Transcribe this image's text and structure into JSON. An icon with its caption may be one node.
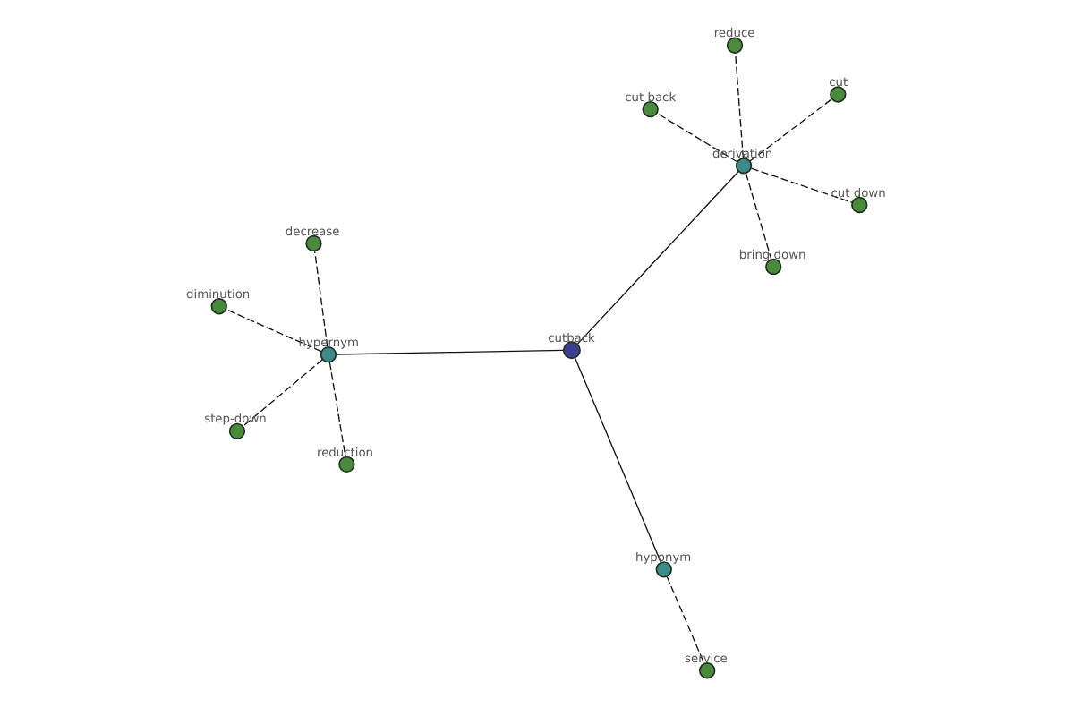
{
  "diagram": {
    "nodes": [
      {
        "text": [],
        "shape": "circle",
        "beside": [
          "reduction"
        ]
      },
      {
        "text": [],
        "shape": "circle",
        "beside": [
          "diminution"
        ]
      },
      {
        "text": [],
        "shape": "circle",
        "beside": [
          "step-down"
        ]
      },
      {
        "text": [],
        "shape": "circle",
        "beside": [
          "hypernym"
        ]
      },
      {
        "text": [],
        "shape": "circle",
        "beside": [
          "decrease"
        ]
      },
      {
        "text": [],
        "shape": "circle",
        "beside": [
          "reduce"
        ]
      },
      {
        "text": [],
        "shape": "circle",
        "beside": [
          "bring down"
        ]
      },
      {
        "text": [],
        "shape": "circle",
        "beside": [
          "cutback"
        ]
      },
      {
        "text": [],
        "shape": "circle",
        "beside": [
          "cut"
        ]
      },
      {
        "text": [],
        "shape": "circle",
        "beside": [
          "derivation"
        ]
      },
      {
        "text": [],
        "shape": "circle",
        "beside": [
          "hyponym"
        ]
      },
      {
        "text": [],
        "shape": "circle",
        "beside": [
          "cut down"
        ]
      },
      {
        "text": [],
        "shape": "circle",
        "beside": [
          "service"
        ]
      },
      {
        "text": [],
        "shape": "circle",
        "beside": [
          "cut back"
        ]
      }
    ],
    "edges": [
      {
        "from": 7,
        "to": 3,
        "arrow": "none"
      },
      {
        "from": 7,
        "to": 9,
        "arrow": "none"
      },
      {
        "from": 7,
        "to": 10,
        "arrow": "none"
      },
      {
        "from": 3,
        "to": 0,
        "arrow": "none",
        "style": "dashed"
      },
      {
        "from": 3,
        "to": 1,
        "arrow": "none",
        "style": "dashed"
      },
      {
        "from": 3,
        "to": 2,
        "arrow": "none",
        "style": "dashed"
      },
      {
        "from": 3,
        "to": 4,
        "arrow": "none",
        "style": "dashed"
      },
      {
        "from": 9,
        "to": 5,
        "arrow": "none",
        "style": "dashed"
      },
      {
        "from": 9,
        "to": 6,
        "arrow": "none",
        "style": "dashed"
      },
      {
        "from": 9,
        "to": 8,
        "arrow": "none",
        "style": "dashed"
      },
      {
        "from": 9,
        "to": 11,
        "arrow": "none",
        "style": "dashed"
      },
      {
        "from": 9,
        "to": 13,
        "arrow": "none",
        "style": "dashed"
      },
      {
        "from": 10,
        "to": 12,
        "arrow": "none",
        "style": "dashed"
      }
    ]
  }
}
